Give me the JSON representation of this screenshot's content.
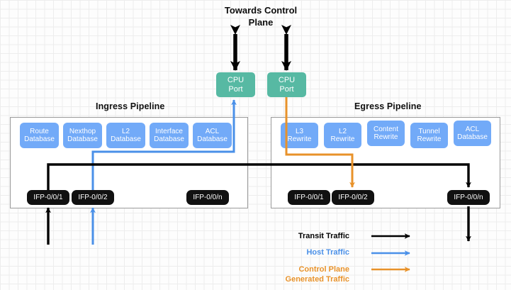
{
  "diagram": {
    "top_title": "Towards Control\nPlane",
    "top_title_line1": "Towards Control",
    "top_title_line2": "Plane"
  },
  "colors": {
    "transit": "#000000",
    "host": "#4a90e8",
    "control_plane": "#e8922a",
    "chip": "#72aaf8",
    "cpu": "#57b9a3",
    "port": "#111111"
  },
  "ingress": {
    "title": "Ingress Pipeline",
    "chips": [
      {
        "line1": "Route",
        "line2": "Database"
      },
      {
        "line1": "Nexthop",
        "line2": "Database"
      },
      {
        "line1": "L2",
        "line2": "Database"
      },
      {
        "line1": "Interface",
        "line2": "Database"
      },
      {
        "line1": "ACL",
        "line2": "Database"
      }
    ],
    "ports": [
      {
        "label": "IFP-0/0/1"
      },
      {
        "label": "IFP-0/0/2"
      },
      {
        "label": "IFP-0/0/n"
      }
    ]
  },
  "egress": {
    "title": "Egress Pipeline",
    "chips": [
      {
        "line1": "L3",
        "line2": "Rewrite"
      },
      {
        "line1": "L2",
        "line2": "Rewrite"
      },
      {
        "line1": "Content",
        "line2": "Rewrite"
      },
      {
        "line1": "Tunnel",
        "line2": "Rewrite"
      },
      {
        "line1": "ACL",
        "line2": "Database"
      }
    ],
    "ports": [
      {
        "label": "IFP-0/0/1"
      },
      {
        "label": "IFP-0/0/2"
      },
      {
        "label": "IFP-0/0/n"
      }
    ]
  },
  "cpu_ports": [
    {
      "line1": "CPU",
      "line2": "Port"
    },
    {
      "line1": "CPU",
      "line2": "Port"
    }
  ],
  "legend": [
    {
      "label": "Transit Traffic",
      "color": "#000000"
    },
    {
      "label": "Host Traffic",
      "color": "#4a90e8"
    },
    {
      "label_line1": "Control Plane",
      "label_line2": "Generated Traffic",
      "color": "#e8922a"
    }
  ]
}
